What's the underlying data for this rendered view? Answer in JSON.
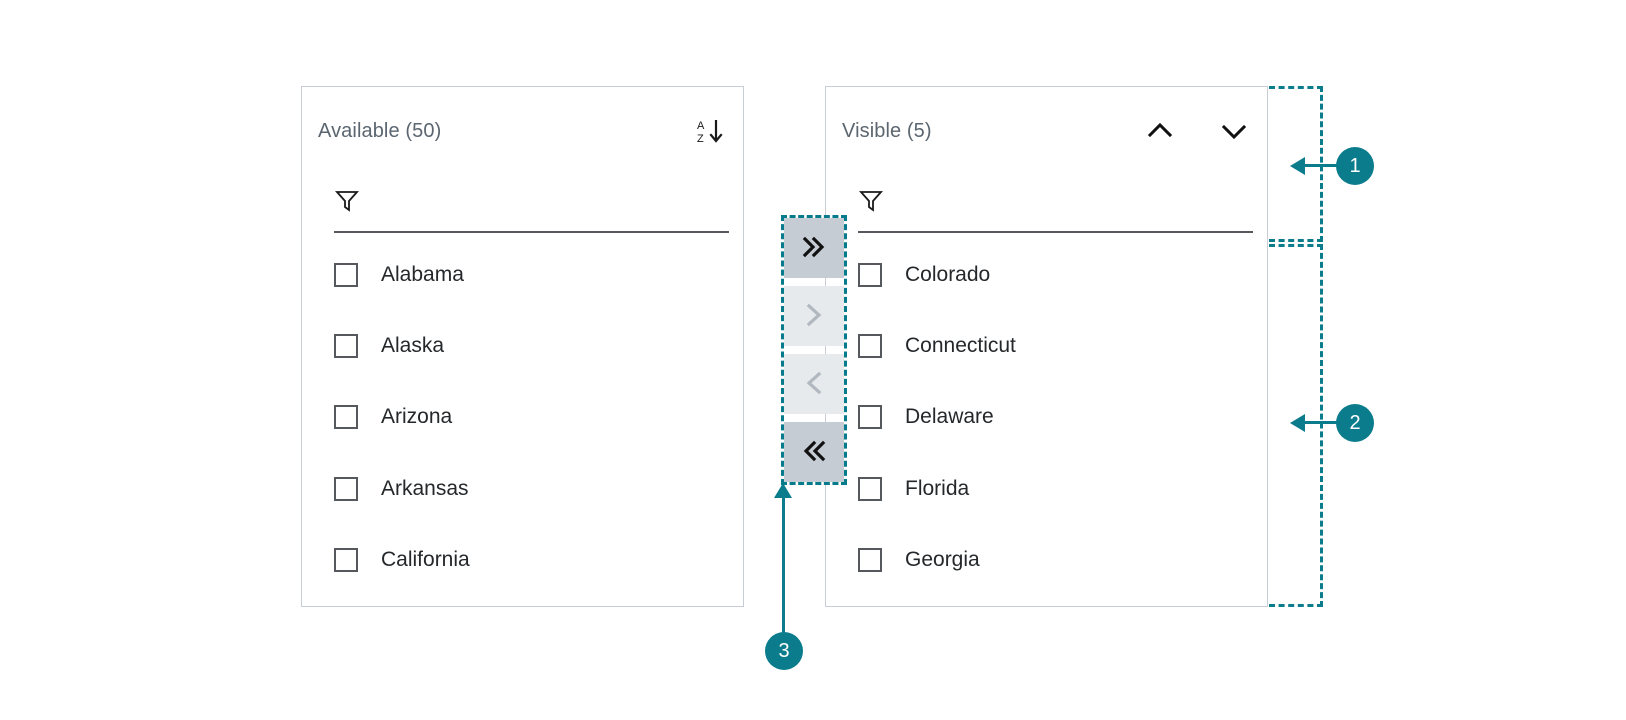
{
  "colors": {
    "accent": "#0a7c8c",
    "panel_border": "#c8ccd4",
    "title_text": "#5b6670",
    "item_text": "#25282b",
    "button_enabled_bg": "#c6ccd3",
    "button_disabled_bg": "#e7eaed",
    "underline": "#55595e"
  },
  "panels": {
    "available": {
      "title": "Available (50)",
      "count": 50,
      "sort_icon": "sort-az-descending-icon",
      "filter": {
        "icon": "filter-funnel-icon",
        "value": "",
        "placeholder": ""
      },
      "items": [
        {
          "label": "Alabama",
          "checked": false
        },
        {
          "label": "Alaska",
          "checked": false
        },
        {
          "label": "Arizona",
          "checked": false
        },
        {
          "label": "Arkansas",
          "checked": false
        },
        {
          "label": "California",
          "checked": false
        }
      ]
    },
    "visible": {
      "title": "Visible (5)",
      "count": 5,
      "move_up_icon": "chevron-up-icon",
      "move_down_icon": "chevron-down-icon",
      "filter": {
        "icon": "filter-funnel-icon",
        "value": "",
        "placeholder": ""
      },
      "items": [
        {
          "label": "Colorado",
          "checked": false
        },
        {
          "label": "Connecticut",
          "checked": false
        },
        {
          "label": "Delaware",
          "checked": false
        },
        {
          "label": "Florida",
          "checked": false
        },
        {
          "label": "Georgia",
          "checked": false
        }
      ]
    }
  },
  "transfer_buttons": [
    {
      "name": "move-all-right-button",
      "icon": "double-chevron-right-icon",
      "enabled": true
    },
    {
      "name": "move-right-button",
      "icon": "chevron-right-icon",
      "enabled": false
    },
    {
      "name": "move-left-button",
      "icon": "chevron-left-icon",
      "enabled": false
    },
    {
      "name": "move-all-left-button",
      "icon": "double-chevron-left-icon",
      "enabled": true
    }
  ],
  "annotations": [
    {
      "number": "1",
      "target": "visible-panel-header-region"
    },
    {
      "number": "2",
      "target": "visible-panel-list-region"
    },
    {
      "number": "3",
      "target": "transfer-buttons-region"
    }
  ]
}
